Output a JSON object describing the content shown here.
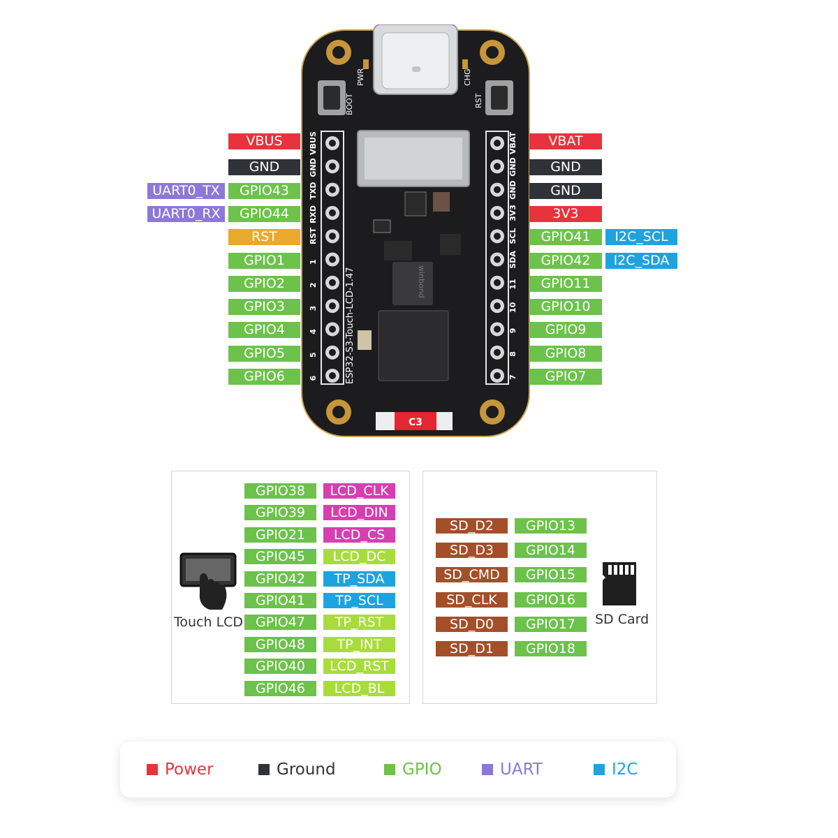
{
  "board": {
    "silk_left": [
      "RST",
      "RXD",
      "TXD",
      "GND",
      "VBUS"
    ],
    "silk_right": [
      "SDA",
      "SCL",
      "3V3",
      "GND",
      "GND",
      "VBAT"
    ],
    "silk_pwr": "PWR",
    "silk_chg": "CHG",
    "silk_boot": "BOOT",
    "silk_rst": "RST",
    "silk_name": "ESP32-S3-Touch-LCD-1.47",
    "chip_brand": "winbond",
    "left_nums": [
      "1",
      "2",
      "3",
      "4",
      "5",
      "6"
    ],
    "right_nums": [
      "11",
      "10",
      "9",
      "8",
      "7"
    ],
    "c3": "C3"
  },
  "left_pins": [
    {
      "label": "VBUS",
      "class": "power"
    },
    {
      "label": "GND",
      "class": "ground"
    },
    {
      "label": "GPIO43",
      "class": "gpio",
      "alt": "UART0_TX",
      "alt_class": "uart"
    },
    {
      "label": "GPIO44",
      "class": "gpio",
      "alt": "UART0_RX",
      "alt_class": "uart"
    },
    {
      "label": "RST",
      "class": "rst"
    },
    {
      "label": "GPIO1",
      "class": "gpio"
    },
    {
      "label": "GPIO2",
      "class": "gpio"
    },
    {
      "label": "GPIO3",
      "class": "gpio"
    },
    {
      "label": "GPIO4",
      "class": "gpio"
    },
    {
      "label": "GPIO5",
      "class": "gpio"
    },
    {
      "label": "GPIO6",
      "class": "gpio"
    }
  ],
  "right_pins": [
    {
      "label": "VBAT",
      "class": "power"
    },
    {
      "label": "GND",
      "class": "ground"
    },
    {
      "label": "GND",
      "class": "ground"
    },
    {
      "label": "3V3",
      "class": "power"
    },
    {
      "label": "GPIO41",
      "class": "gpio",
      "alt": "I2C_SCL",
      "alt_class": "i2c"
    },
    {
      "label": "GPIO42",
      "class": "gpio",
      "alt": "I2C_SDA",
      "alt_class": "i2c"
    },
    {
      "label": "GPIO11",
      "class": "gpio"
    },
    {
      "label": "GPIO10",
      "class": "gpio"
    },
    {
      "label": "GPIO9",
      "class": "gpio"
    },
    {
      "label": "GPIO8",
      "class": "gpio"
    },
    {
      "label": "GPIO7",
      "class": "gpio"
    }
  ],
  "lcd_panel": {
    "caption": "Touch LCD",
    "rows": [
      {
        "gpio": "GPIO38",
        "func": "LCD_CLK",
        "func_class": "lcd"
      },
      {
        "gpio": "GPIO39",
        "func": "LCD_DIN",
        "func_class": "lcd"
      },
      {
        "gpio": "GPIO21",
        "func": "LCD_CS",
        "func_class": "lcd"
      },
      {
        "gpio": "GPIO45",
        "func": "LCD_DC",
        "func_class": "lime"
      },
      {
        "gpio": "GPIO42",
        "func": "TP_SDA",
        "func_class": "i2c"
      },
      {
        "gpio": "GPIO41",
        "func": "TP_SCL",
        "func_class": "i2c"
      },
      {
        "gpio": "GPIO47",
        "func": "TP_RST",
        "func_class": "lime"
      },
      {
        "gpio": "GPIO48",
        "func": "TP_INT",
        "func_class": "lime"
      },
      {
        "gpio": "GPIO40",
        "func": "LCD_RST",
        "func_class": "lime"
      },
      {
        "gpio": "GPIO46",
        "func": "LCD_BL",
        "func_class": "lime"
      }
    ]
  },
  "sd_panel": {
    "caption": "SD Card",
    "rows": [
      {
        "func": "SD_D2",
        "gpio": "GPIO13"
      },
      {
        "func": "SD_D3",
        "gpio": "GPIO14"
      },
      {
        "func": "SD_CMD",
        "gpio": "GPIO15"
      },
      {
        "func": "SD_CLK",
        "gpio": "GPIO16"
      },
      {
        "func": "SD_D0",
        "gpio": "GPIO17"
      },
      {
        "func": "SD_D1",
        "gpio": "GPIO18"
      }
    ]
  },
  "legend": [
    {
      "label": "Power",
      "color": "#e8333c"
    },
    {
      "label": "Ground",
      "color": "#2f3338"
    },
    {
      "label": "GPIO",
      "color": "#6cc24a"
    },
    {
      "label": "UART",
      "color": "#8c78d8"
    },
    {
      "label": "I2C",
      "color": "#1ea3df"
    }
  ]
}
